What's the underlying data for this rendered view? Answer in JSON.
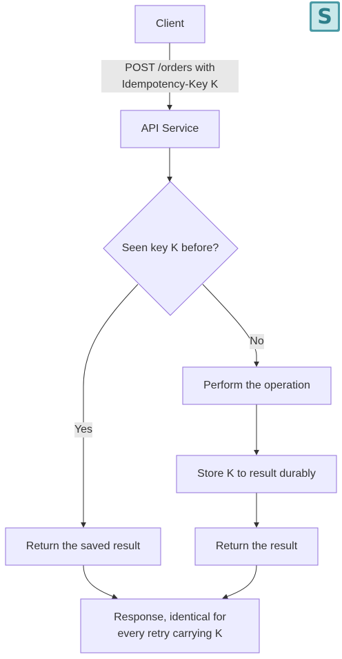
{
  "nodes": {
    "client": "Client",
    "api_service": "API Service",
    "decision": "Seen key K before?",
    "perform": "Perform the operation",
    "store": "Store K to result durably",
    "return_saved": "Return the saved result",
    "return_result": "Return the result",
    "response": "Response, identical for\nevery retry carrying K"
  },
  "edges": {
    "request": "POST /orders with\nIdempotency-Key K",
    "yes": "Yes",
    "no": "No"
  },
  "logo": {
    "letter": "S",
    "icon": "logo-icon"
  },
  "colors": {
    "node_fill": "#ececff",
    "node_stroke": "#9370db",
    "edge": "#333333",
    "label_bg": "#e8e8e8"
  }
}
